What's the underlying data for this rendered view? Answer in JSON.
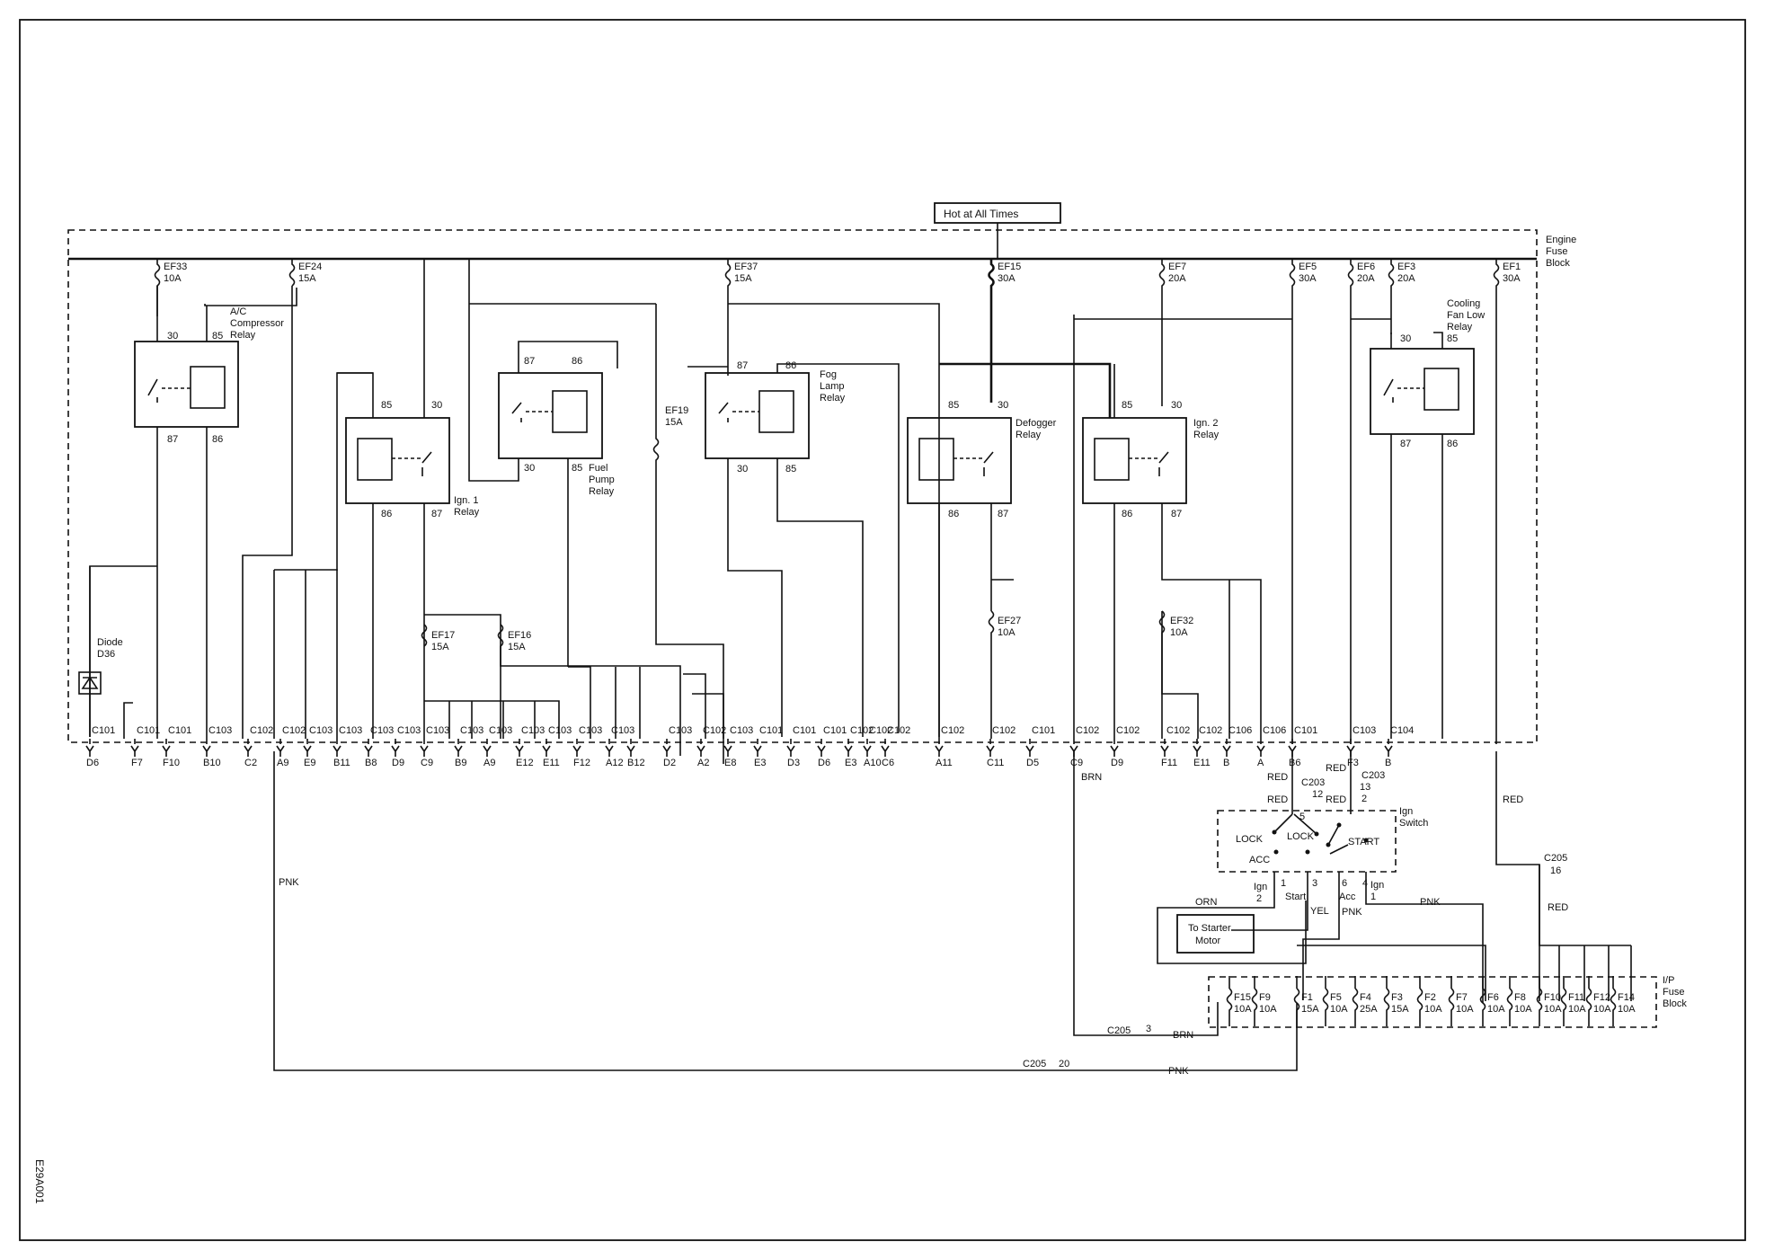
{
  "diagram_id": "E29A001",
  "top_label": "Hot at All Times",
  "blocks": {
    "engine_fuse_block": [
      "Engine",
      "Fuse",
      "Block"
    ],
    "ip_fuse_block": [
      "I/P",
      "Fuse",
      "Block"
    ]
  },
  "engine_fuses": [
    {
      "name": "EF33",
      "rating": "10A"
    },
    {
      "name": "EF24",
      "rating": "15A"
    },
    {
      "name": "EF37",
      "rating": "15A"
    },
    {
      "name": "EF15",
      "rating": "30A"
    },
    {
      "name": "EF7",
      "rating": "20A"
    },
    {
      "name": "EF5",
      "rating": "30A"
    },
    {
      "name": "EF6",
      "rating": "20A"
    },
    {
      "name": "EF3",
      "rating": "20A"
    },
    {
      "name": "EF1",
      "rating": "30A"
    },
    {
      "name": "EF19",
      "rating": "15A"
    },
    {
      "name": "EF17",
      "rating": "15A"
    },
    {
      "name": "EF16",
      "rating": "15A"
    },
    {
      "name": "EF27",
      "rating": "10A"
    },
    {
      "name": "EF32",
      "rating": "10A"
    }
  ],
  "relays": {
    "ac": [
      "A/C",
      "Compressor",
      "Relay"
    ],
    "ign1": [
      "Ign. 1",
      "Relay"
    ],
    "fuel": [
      "Fuel",
      "Pump",
      "Relay"
    ],
    "fog": [
      "Fog",
      "Lamp",
      "Relay"
    ],
    "defogger": [
      "Defogger",
      "Relay"
    ],
    "ign2": [
      "Ign. 2",
      "Relay"
    ],
    "fan": [
      "Cooling",
      "Fan Low",
      "Relay"
    ]
  },
  "relay_pins": {
    "ac": [
      "30",
      "85",
      "87",
      "86"
    ],
    "ign1": [
      "85",
      "30",
      "86",
      "87"
    ],
    "fuel": [
      "87",
      "86",
      "30",
      "85"
    ],
    "fog": [
      "87",
      "86",
      "30",
      "85"
    ],
    "defogger": [
      "85",
      "30",
      "86",
      "87"
    ],
    "ign2": [
      "85",
      "30",
      "86",
      "87"
    ],
    "fan": [
      "30",
      "85",
      "87",
      "86"
    ]
  },
  "diode": [
    "Diode",
    "D36"
  ],
  "connectors": [
    {
      "c": "C101",
      "p": "D6"
    },
    {
      "c": "C101",
      "p": "F7"
    },
    {
      "c": "C101",
      "p": "F10"
    },
    {
      "c": "C103",
      "p": "B10"
    },
    {
      "c": "C102",
      "p": "C2"
    },
    {
      "c": "C102",
      "p": "A9"
    },
    {
      "c": "C103",
      "p": "E9"
    },
    {
      "c": "C103",
      "p": "B11"
    },
    {
      "c": "C103",
      "p": "B8"
    },
    {
      "c": "C103",
      "p": "D9"
    },
    {
      "c": "C103",
      "p": "C9"
    },
    {
      "c": "C103",
      "p": "B9"
    },
    {
      "c": "C103",
      "p": "A9"
    },
    {
      "c": "C103",
      "p": "E12"
    },
    {
      "c": "C103",
      "p": "E11"
    },
    {
      "c": "C103",
      "p": "F12"
    },
    {
      "c": "C103",
      "p": "A12"
    },
    {
      "c": "",
      "p": "B12"
    },
    {
      "c": "C103",
      "p": "D2"
    },
    {
      "c": "C102",
      "p": "A2"
    },
    {
      "c": "C103",
      "p": "E8"
    },
    {
      "c": "C101",
      "p": "E3"
    },
    {
      "c": "C101",
      "p": "D3"
    },
    {
      "c": "C101",
      "p": "D6"
    },
    {
      "c": "C102",
      "p": "E3"
    },
    {
      "c": "C102",
      "p": "A10"
    },
    {
      "c": "C102",
      "p": "C6"
    },
    {
      "c": "C102",
      "p": "A11"
    },
    {
      "c": "C102",
      "p": "C11"
    },
    {
      "c": "C101",
      "p": "D5"
    },
    {
      "c": "C102",
      "p": "C9"
    },
    {
      "c": "C102",
      "p": "D9"
    },
    {
      "c": "C102",
      "p": "F11"
    },
    {
      "c": "C102",
      "p": "E11"
    },
    {
      "c": "C106",
      "p": "B"
    },
    {
      "c": "C106",
      "p": "A"
    },
    {
      "c": "C101",
      "p": "B6"
    },
    {
      "c": "C103",
      "p": "F3"
    },
    {
      "c": "C104",
      "p": "B"
    }
  ],
  "wire_colors": {
    "pnk": "PNK",
    "brn": "BRN",
    "red": "RED",
    "orn": "ORN",
    "yel": "YEL"
  },
  "c203": {
    "name": "C203",
    "pin_a": "12",
    "pin_b": "13",
    "pin_b2": "2"
  },
  "c205": {
    "name": "C205",
    "red_pin": "16",
    "brn_pin": "3",
    "pnk_pin": "20"
  },
  "ign_switch": {
    "title": [
      "Ign",
      "Switch"
    ],
    "positions": [
      "LOCK",
      "LOCK",
      "ACC",
      "START"
    ],
    "pins": [
      "5",
      "1",
      "3",
      "6",
      "4"
    ],
    "outputs": [
      "Ign",
      "2",
      "Start",
      "Acc",
      "Ign",
      "1"
    ]
  },
  "starter": [
    "To Starter",
    "Motor"
  ],
  "ip_fuses": [
    {
      "name": "F15",
      "rating": "10A"
    },
    {
      "name": "F9",
      "rating": "10A"
    },
    {
      "name": "F1",
      "rating": "15A"
    },
    {
      "name": "F5",
      "rating": "10A"
    },
    {
      "name": "F4",
      "rating": "25A"
    },
    {
      "name": "F3",
      "rating": "15A"
    },
    {
      "name": "F2",
      "rating": "10A"
    },
    {
      "name": "F7",
      "rating": "10A"
    },
    {
      "name": "F6",
      "rating": "10A"
    },
    {
      "name": "F8",
      "rating": "10A"
    },
    {
      "name": "F10",
      "rating": "10A"
    },
    {
      "name": "F11",
      "rating": "10A"
    },
    {
      "name": "F12",
      "rating": "10A"
    },
    {
      "name": "F14",
      "rating": "10A"
    }
  ]
}
